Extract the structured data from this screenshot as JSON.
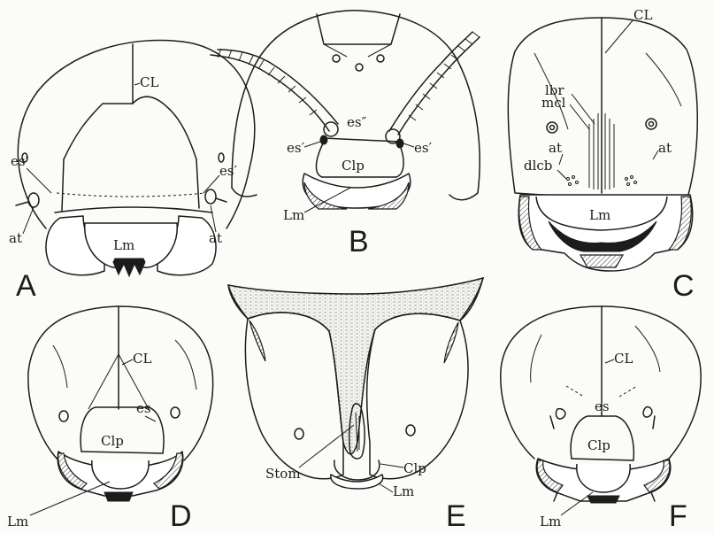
{
  "panels": [
    {
      "id": "A",
      "letter": "A",
      "labels": {
        "cl": "CL",
        "es_left": "es′",
        "es_right": "es′",
        "at_left": "at",
        "at_right": "at",
        "lm": "Lm"
      }
    },
    {
      "id": "B",
      "letter": "B",
      "labels": {
        "es_mid": "es″",
        "es_left": "es′",
        "es_right": "es′",
        "clp": "Clp",
        "lm": "Lm"
      }
    },
    {
      "id": "C",
      "letter": "C",
      "labels": {
        "cl": "CL",
        "lbr": "lbr",
        "mcl": "mcl",
        "at_left": "at",
        "at_right": "at",
        "dlcb": "dlcb",
        "lm": "Lm"
      }
    },
    {
      "id": "D",
      "letter": "D",
      "labels": {
        "cl": "CL",
        "es": "es",
        "clp": "Clp",
        "lm": "Lm"
      }
    },
    {
      "id": "E",
      "letter": "E",
      "labels": {
        "stom": "Stom",
        "clp": "Clp",
        "lm": "Lm"
      }
    },
    {
      "id": "F",
      "letter": "F",
      "labels": {
        "cl": "CL",
        "es": "es",
        "clp": "Clp",
        "lm": "Lm"
      }
    }
  ]
}
